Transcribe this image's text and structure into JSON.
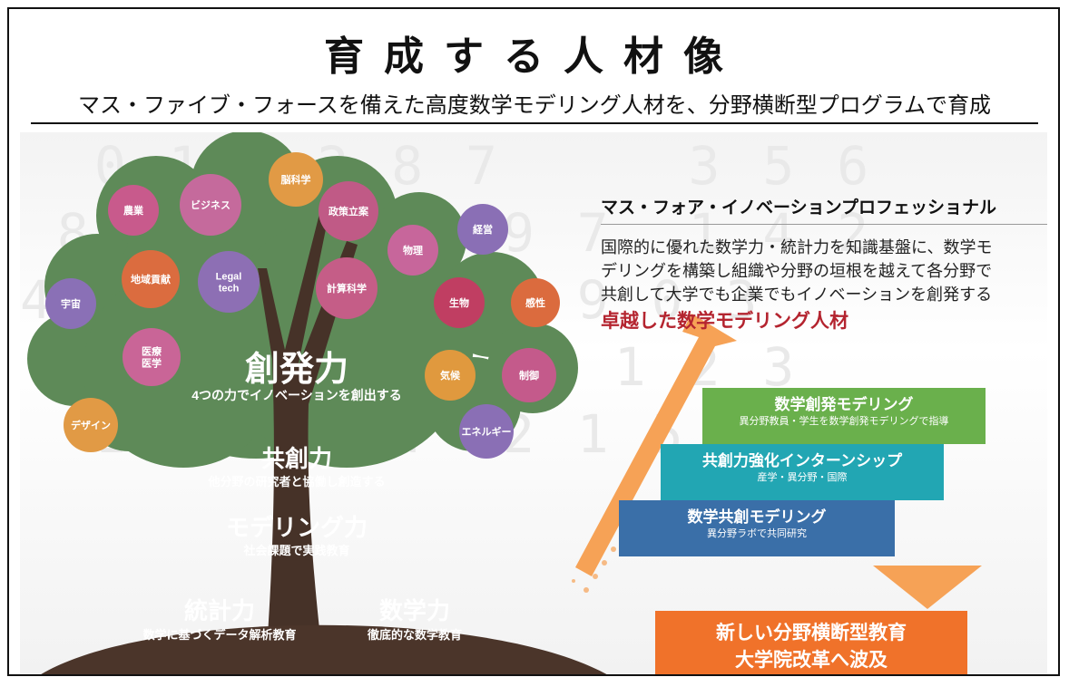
{
  "header": {
    "title": "育成する人材像",
    "subtitle": "マス・ファイブ・フォースを備えた高度数学モデリング人材を、分野横断型プログラムで育成"
  },
  "tree": {
    "crown_label": "創発力",
    "crown_sub": "4つの力でイノベーションを創出する",
    "trunk_items": [
      {
        "label": "共創力",
        "sub": "他分野の研究者と協働し創造する"
      },
      {
        "label": "モデリング力",
        "sub": "社会課題で実践教育"
      }
    ],
    "roots": [
      {
        "label": "統計力",
        "sub": "数学に基づくデータ解析教育"
      },
      {
        "label": "数学力",
        "sub": "徹底的な数学教育"
      }
    ],
    "fields": [
      "農業",
      "ビジネス",
      "脳科学",
      "政策立案",
      "経営",
      "物理",
      "地域貢献",
      "Legal tech",
      "計算科学",
      "生物",
      "感性",
      "宇宙",
      "医療 医学",
      "気候",
      "制御",
      "デザイン",
      "エネルギー"
    ]
  },
  "right": {
    "title": "マス・フォア・イノベーションプロフェッショナル",
    "body_lines": [
      "国際的に優れた数学力・統計力を知識基盤に、数学モ",
      "デリングを構築し組織や分野の垣根を越えて各分野で",
      "共創して大学でも企業でもイノベーションを創発する"
    ],
    "emphasis": "卓越した数学モデリング人材",
    "steps": [
      {
        "label": "数学創発モデリング",
        "sub": "異分野教員・学生を数学創発モデリングで指導"
      },
      {
        "label": "共創力強化インターンシップ",
        "sub": "産学・異分野・国際"
      },
      {
        "label": "数学共創モデリング",
        "sub": "異分野ラボで共同研究"
      }
    ],
    "result_lines": [
      "新しい分野横断型教育",
      "大学院改革へ波及"
    ]
  },
  "colors": {
    "crown": "#5e8a58",
    "trunk": "#463228",
    "step_top": "#6ab04c",
    "step_mid": "#22a6b3",
    "step_bottom": "#3a6fa8",
    "result": "#f0722a",
    "arrow": "#f6a256"
  }
}
